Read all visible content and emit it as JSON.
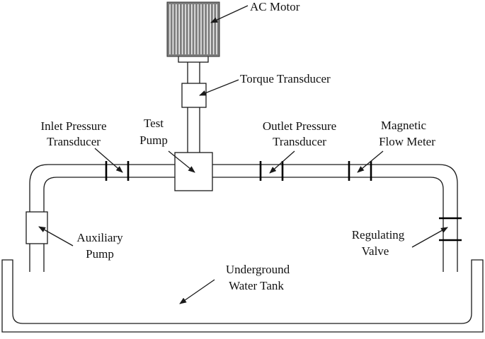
{
  "labels": {
    "ac_motor": "AC Motor",
    "torque_transducer": "Torque Transducer",
    "inlet_line1": "Inlet Pressure",
    "inlet_line2": "Transducer",
    "test_line1": "Test",
    "test_line2": "Pump",
    "outlet_line1": "Outlet Pressure",
    "outlet_line2": "Transducer",
    "flow_line1": "Magnetic",
    "flow_line2": "Flow Meter",
    "aux_line1": "Auxiliary",
    "aux_line2": "Pump",
    "valve_line1": "Regulating",
    "valve_line2": "Valve",
    "tank_line1": "Underground",
    "tank_line2": "Water Tank"
  }
}
